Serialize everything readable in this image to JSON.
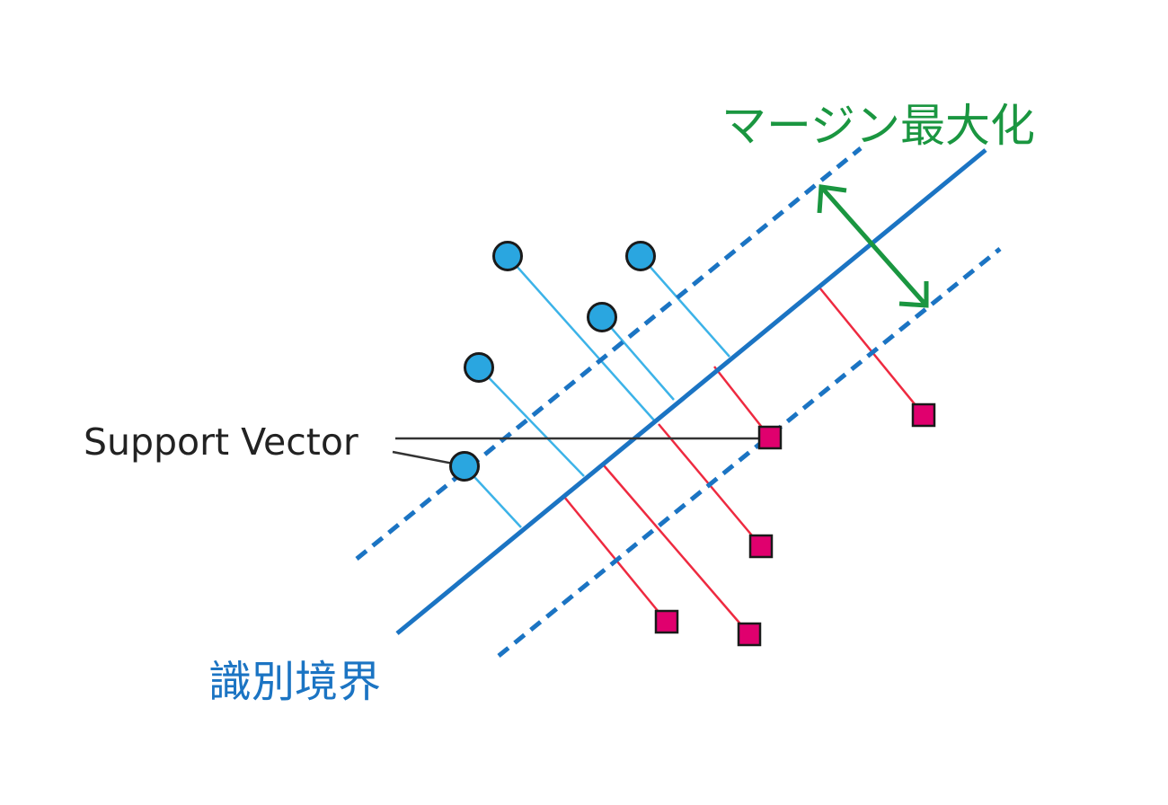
{
  "title": "マージン最大化",
  "boundary_label": "識別境界",
  "support_vector_label": "Support Vector",
  "colors": {
    "boundary": "#1b74c3",
    "class_a_fill": "#2aa6e0",
    "class_a_line": "#3cb3e8",
    "class_b_fill": "#e0006e",
    "class_b_line": "#ee2a40",
    "margin_arrow": "#1a9640",
    "text": "#222222"
  },
  "classes": [
    {
      "name": "circle",
      "count": 5
    },
    {
      "name": "square",
      "count": 5
    }
  ]
}
